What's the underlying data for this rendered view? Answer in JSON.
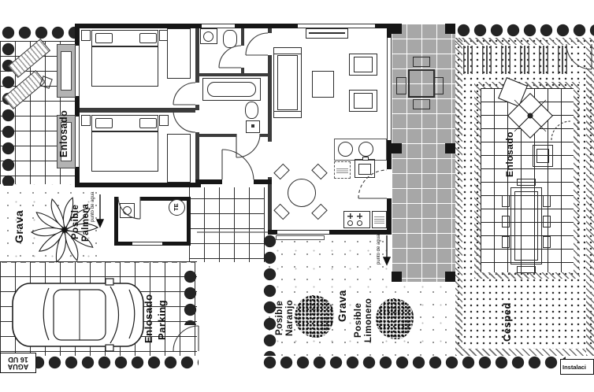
{
  "labels": {
    "patio_left": "Enlosado",
    "grava_left": "Grava",
    "palm_l1": "Posible",
    "palm_l2": "Palmera",
    "punto_agua": "punto de agua",
    "parking_l1": "Enlosado",
    "parking_l2": "Parking",
    "agua_l1": "AGUA",
    "agua_l2": "16 UD",
    "naranjo_l1": "Posible",
    "naranjo_l2": "Naranjo",
    "grava_center": "Grava",
    "limonero_l1": "Posible",
    "limonero_l2": "Limonero",
    "heater": "TE",
    "patio_right": "Enlosado",
    "cesped": "Césped",
    "instalaciones": "Instalaci"
  },
  "colors": {
    "wall": "#161616",
    "terrace": "#a7a7a7",
    "hedge": "#242424"
  }
}
